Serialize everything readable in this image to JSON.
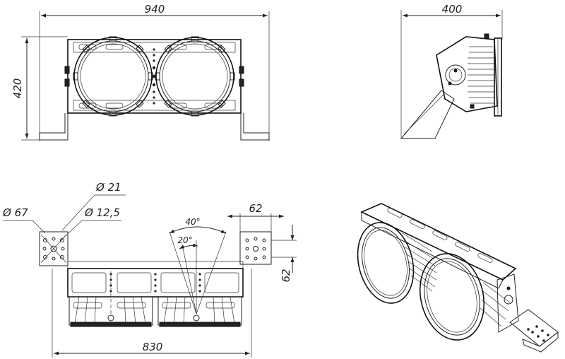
{
  "drawing": {
    "front_view": {
      "width_label": "940",
      "height_label": "420"
    },
    "side_view": {
      "width_label": "400"
    },
    "bottom_view": {
      "dia_hole_large_label": "Ø 67",
      "dia_hole_small_label": "Ø 21",
      "dia_hole_mid_label": "Ø 12,5",
      "tilt_wide_label": "40°",
      "tilt_narrow_label": "20°",
      "width_label": "830"
    },
    "mount_plate": {
      "width_label": "62",
      "height_label": "62"
    }
  },
  "colors": {
    "line": "#222222",
    "background": "#ffffff"
  }
}
